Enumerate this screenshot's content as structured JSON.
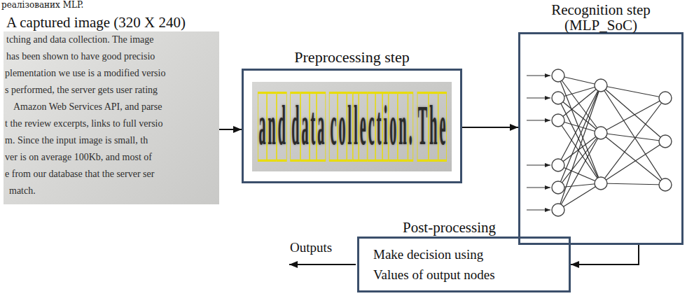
{
  "diagram": {
    "nodes": [
      {
        "text": [
          "A captured image (320 X 240)"
        ]
      },
      {
        "text": [
          "Preprocessing step"
        ]
      },
      {
        "text": [
          "Recognition step (MLP_SoC)"
        ]
      },
      {
        "text": [
          "Post-processing",
          "Make decision using Values of output nodes"
        ]
      }
    ],
    "edges": [
      {
        "from": 0,
        "to": 1,
        "arrow": "to"
      },
      {
        "from": 1,
        "to": 2,
        "arrow": "to"
      },
      {
        "from": 2,
        "to": 3,
        "arrow": "to"
      }
    ],
    "labels": [
      "реалізованих MLP.",
      "tching and data collection. The image",
      "has been shown to have good precisio",
      "plementation we use is a modified versio",
      "s performed, the server gets user rating",
      "Amazon Web Services API, and parse",
      "t the review excerpts, links to full versio",
      "m. Since the input image is small, th",
      "ver is on average 100Kb, and most of",
      "e from our database that the server ser",
      "match.",
      "and data collection. The",
      "Outputs"
    ]
  }
}
